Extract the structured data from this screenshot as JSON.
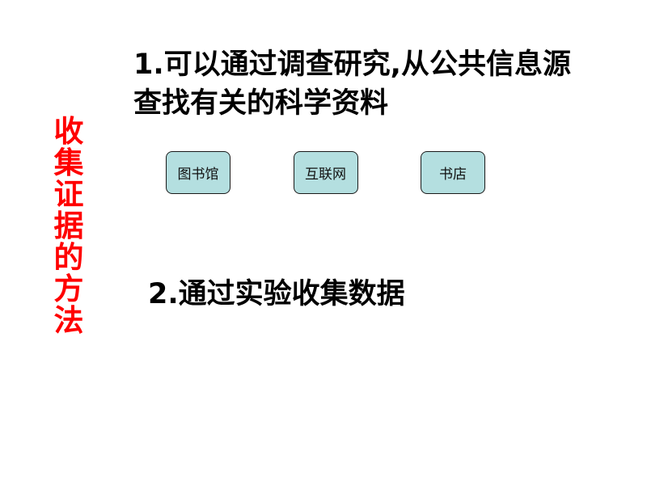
{
  "slide": {
    "side_title": "收集证据的方法",
    "point1_lines": [
      "1.可以通过调查研究,从公共信息源",
      "查找有关的科学资料"
    ],
    "sources": [
      "图书馆",
      "互联网",
      "书店"
    ],
    "point2": "2.通过实验收集数据"
  },
  "colors": {
    "side_title": "#ff0000",
    "body_text": "#000000",
    "source_box_fill": "#b4dfe0",
    "source_box_border": "#1a1a1a",
    "background": "#ffffff"
  }
}
